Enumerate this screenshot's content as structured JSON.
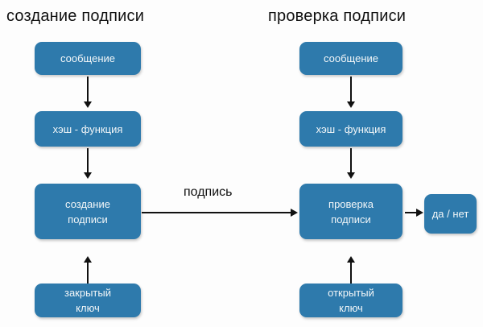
{
  "diagram": {
    "background_color": "#fdfdfd",
    "node_color": "#2e7aac",
    "node_text_color": "#f2f6f8",
    "arrow_color": "#111111",
    "columns": [
      {
        "id": "signing",
        "title": "создание подписи"
      },
      {
        "id": "verification",
        "title": "проверка подписи"
      }
    ],
    "nodes": {
      "left_message": "сообщение",
      "left_hash": "хэш - функция",
      "left_sign": "создание\nподписи",
      "left_key": "закрытый\nключ",
      "right_message": "сообщение",
      "right_hash": "хэш - функция",
      "right_verify": "проверка\nподписи",
      "right_key": "открытый\nключ",
      "result": "да / нет"
    },
    "edges": {
      "signature_label": "подпись"
    }
  }
}
